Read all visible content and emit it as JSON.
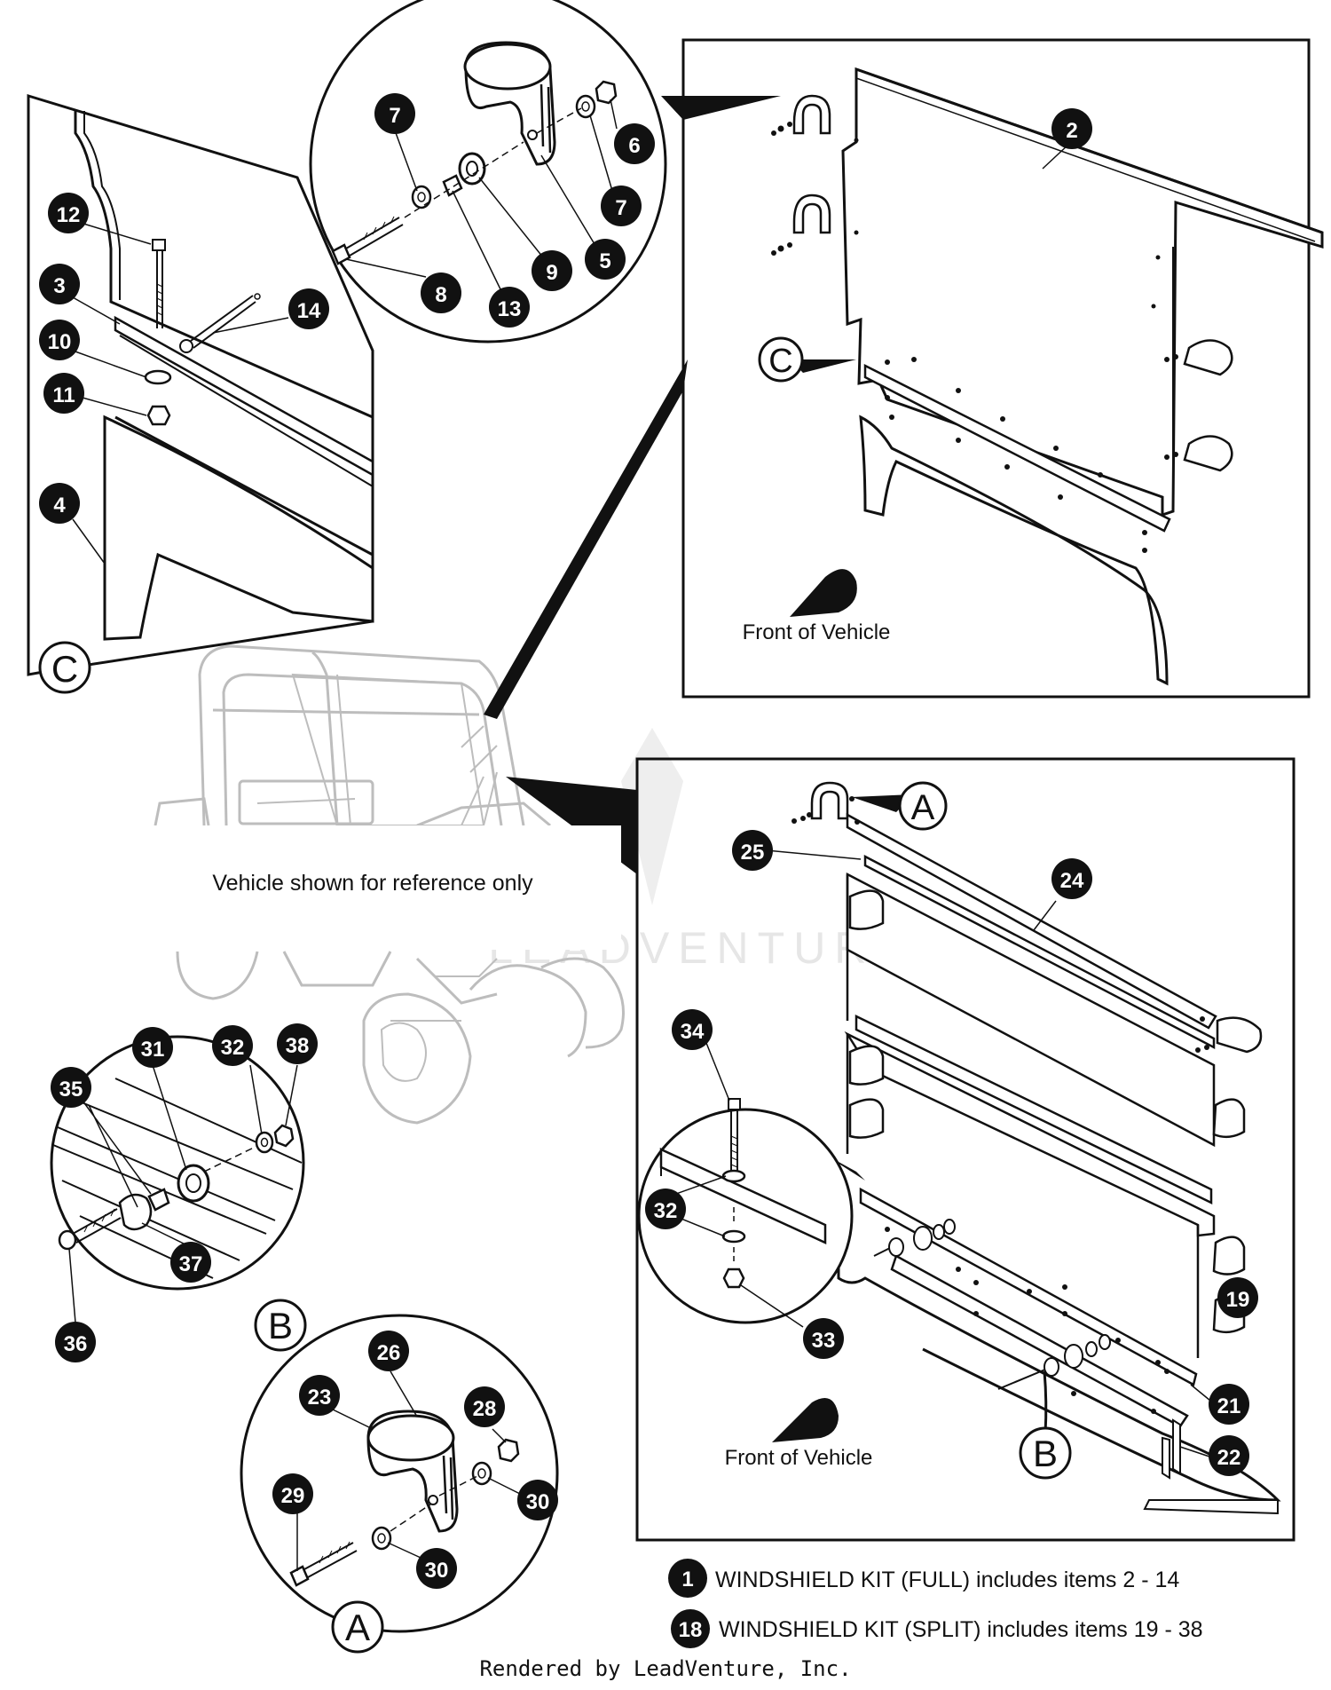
{
  "colors": {
    "ink": "#111111",
    "paper": "#ffffff",
    "ghost": "#bdbdbd",
    "watermark": "#e6e6e6"
  },
  "watermark": "LEADVENTURE",
  "labels": {
    "front_top": "Front of Vehicle",
    "front_bottom": "Front of Vehicle",
    "vehicle_note": "Vehicle shown for reference only"
  },
  "view_letters": {
    "c_top": "C",
    "c_left": "C",
    "a_top": "A",
    "a_bottom": "A",
    "b_left": "B",
    "b_right": "B"
  },
  "callouts": {
    "top_detail": [
      "7",
      "6",
      "7",
      "8",
      "13",
      "9",
      "5"
    ],
    "left_c": [
      "12",
      "3",
      "14",
      "10",
      "11",
      "4"
    ],
    "full_panel": [
      "2"
    ],
    "split_panel": [
      "25",
      "24",
      "34",
      "32",
      "33",
      "19",
      "21",
      "22"
    ],
    "detail_b": [
      "31",
      "32",
      "38",
      "35",
      "37",
      "36"
    ],
    "detail_a": [
      "26",
      "23",
      "28",
      "29",
      "30",
      "30"
    ]
  },
  "legend": [
    {
      "num": "1",
      "text": "WINDSHIELD KIT (FULL) includes items 2 - 14"
    },
    {
      "num": "18",
      "text": "WINDSHIELD KIT (SPLIT) includes items 19 - 38"
    }
  ],
  "footer": "Rendered by LeadVenture, Inc."
}
